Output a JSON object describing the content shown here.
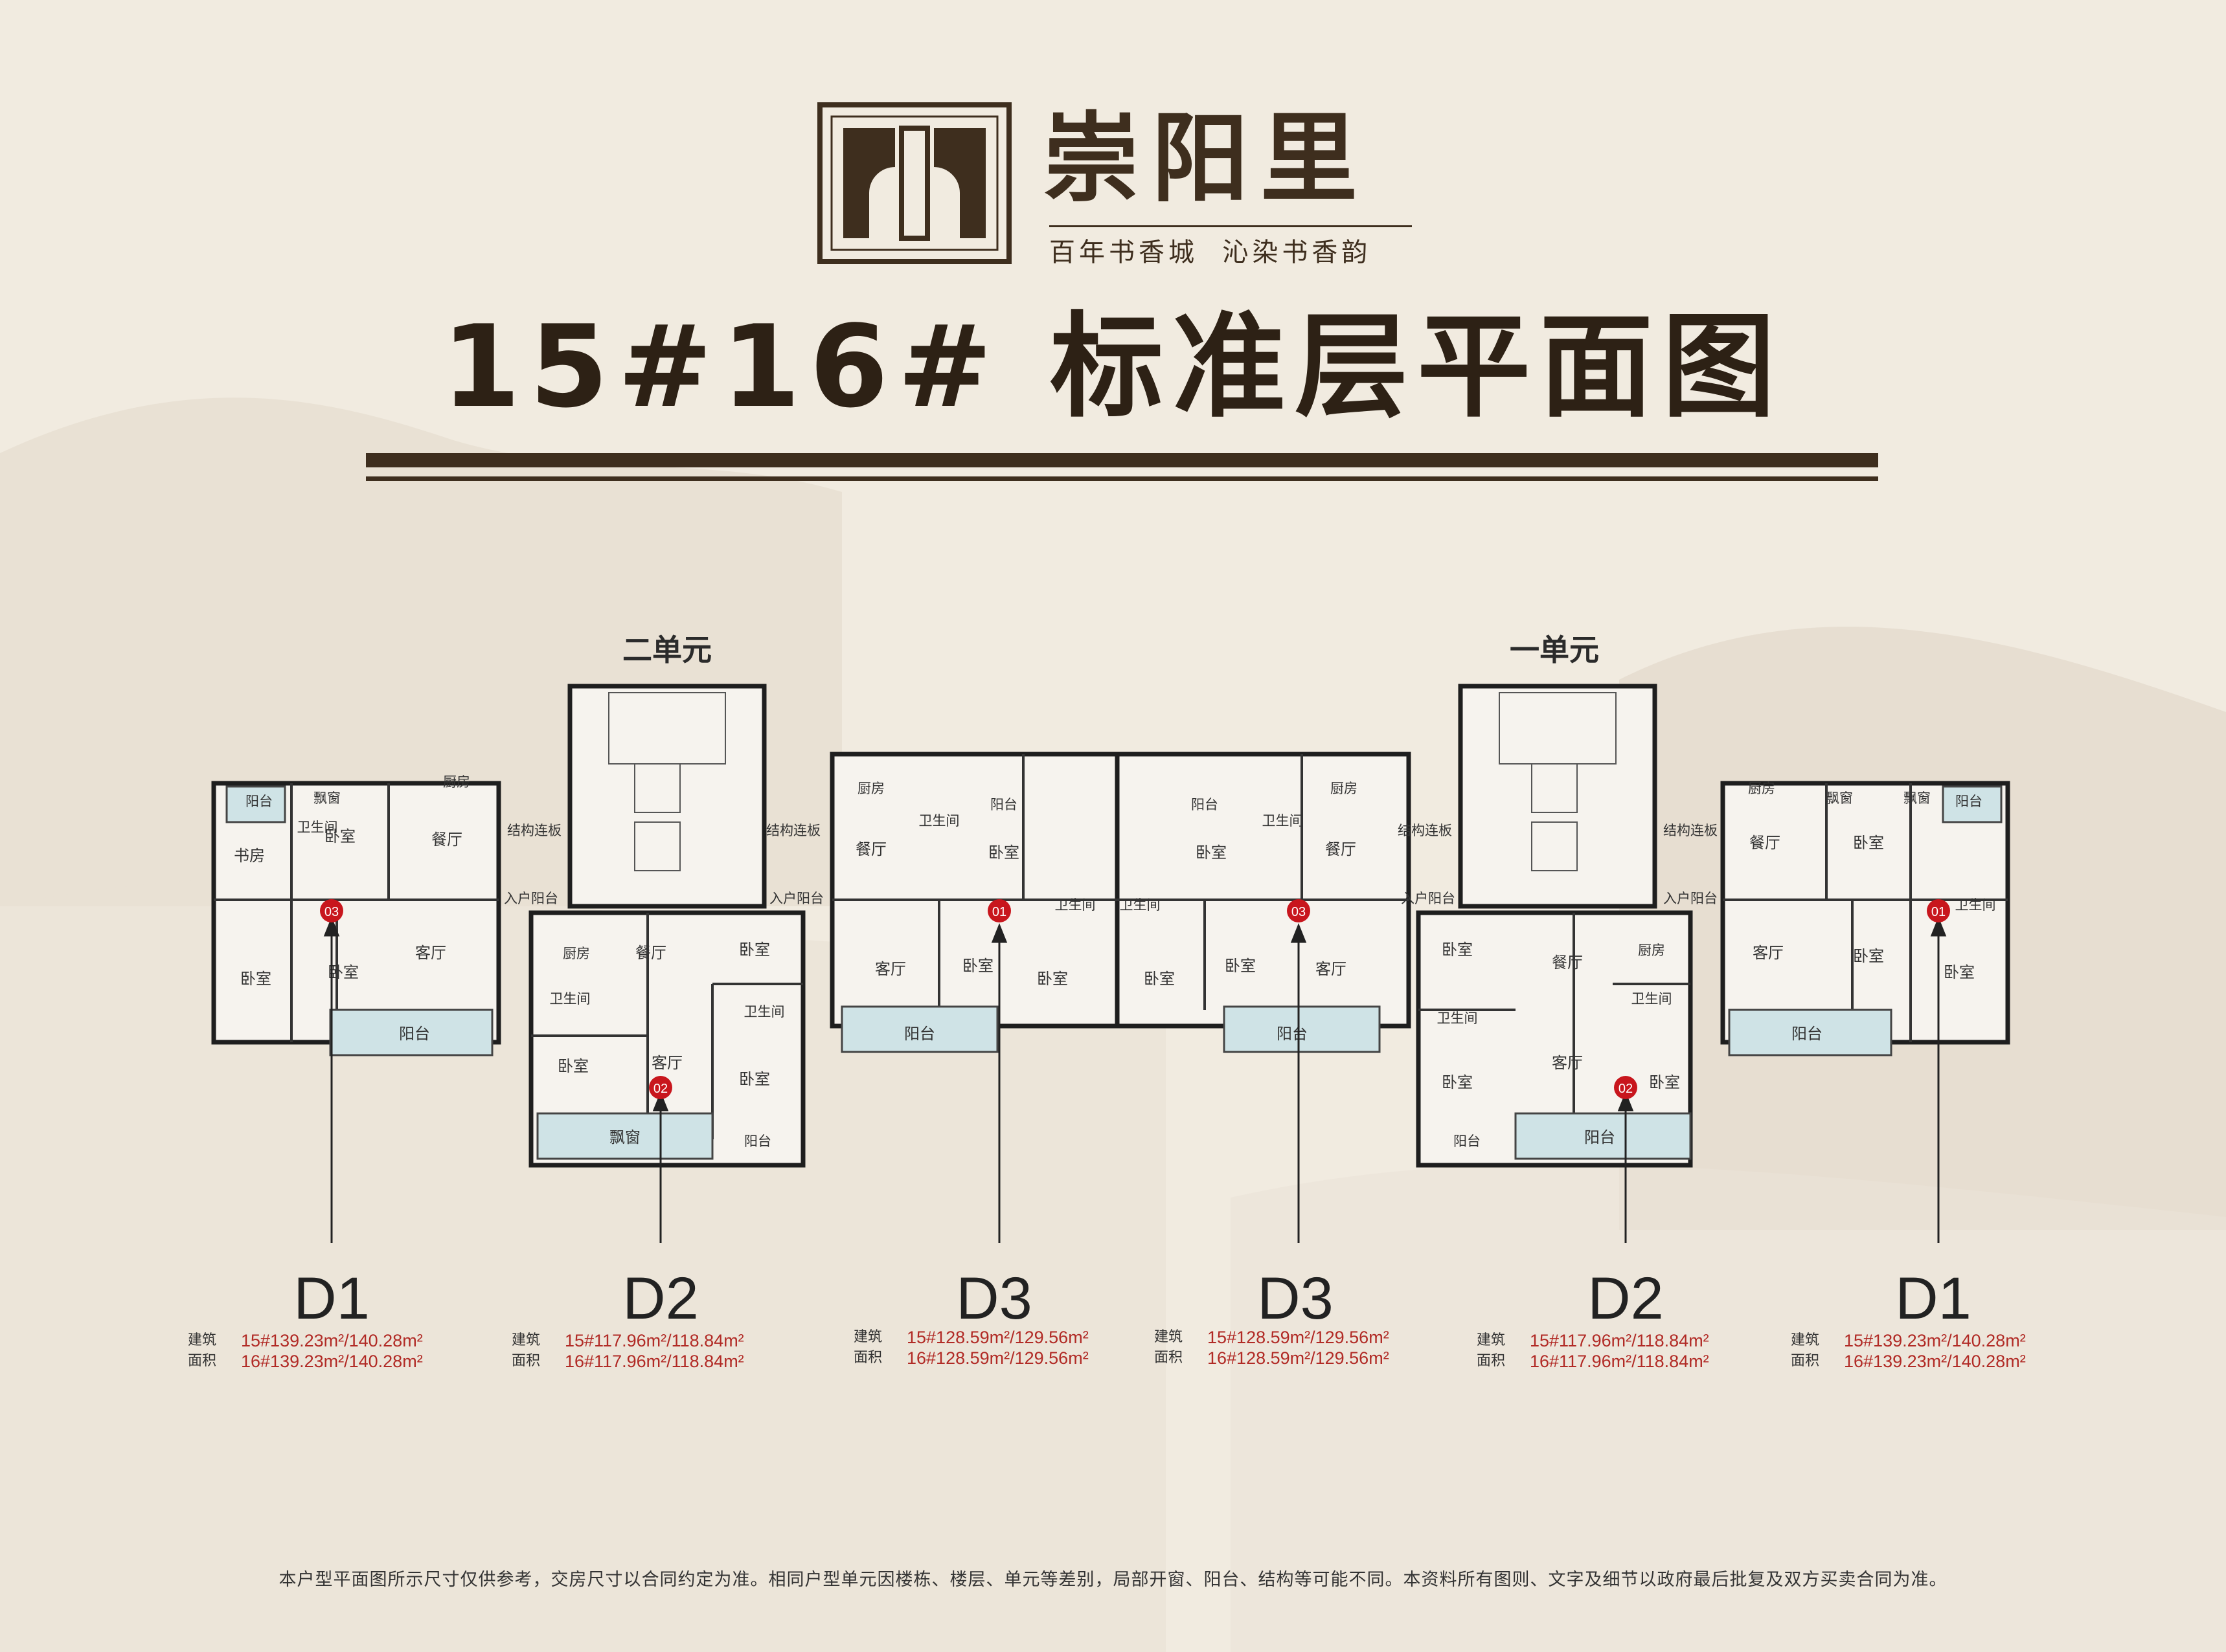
{
  "brand": {
    "name": "崇阳里",
    "tagline": "百年书香城  沁染书香韵"
  },
  "title": "15#16# 标准层平面图",
  "units": {
    "left": "二单元",
    "right": "一单元"
  },
  "rooms": {
    "balcony": "阳台",
    "bay_window": "飘窗",
    "bathroom": "卫生间",
    "kitchen": "厨房",
    "bedroom": "卧室",
    "dining": "餐厅",
    "living": "客厅",
    "study": "书房",
    "entry_garden": "入户阳台",
    "structure_slab": "结构连板"
  },
  "markers": [
    "03",
    "02",
    "01",
    "03",
    "02",
    "01"
  ],
  "types": [
    {
      "label": "D1",
      "area_cap_1": "建筑",
      "area_cap_2": "面积",
      "line1": "15#139.23m²/140.28m²",
      "line2": "16#139.23m²/140.28m²"
    },
    {
      "label": "D2",
      "area_cap_1": "建筑",
      "area_cap_2": "面积",
      "line1": "15#117.96m²/118.84m²",
      "line2": "16#117.96m²/118.84m²"
    },
    {
      "label": "D3",
      "area_cap_1": "建筑",
      "area_cap_2": "面积",
      "line1": "15#128.59m²/129.56m²",
      "line2": "16#128.59m²/129.56m²"
    },
    {
      "label": "D3",
      "area_cap_1": "建筑",
      "area_cap_2": "面积",
      "line1": "15#128.59m²/129.56m²",
      "line2": "16#128.59m²/129.56m²"
    },
    {
      "label": "D2",
      "area_cap_1": "建筑",
      "area_cap_2": "面积",
      "line1": "15#117.96m²/118.84m²",
      "line2": "16#117.96m²/118.84m²"
    },
    {
      "label": "D1",
      "area_cap_1": "建筑",
      "area_cap_2": "面积",
      "line1": "15#139.23m²/140.28m²",
      "line2": "16#139.23m²/140.28m²"
    }
  ],
  "footnote": "本户型平面图所示尺寸仅供参考，交房尺寸以合同约定为准。相同户型单元因楼栋、楼层、单元等差别，局部开窗、阳台、结构等可能不同。本资料所有图则、文字及细节以政府最后批复及双方买卖合同为准。",
  "colors": {
    "background": "#f1ebe0",
    "brand_brown": "#3e2e1e",
    "balcony_fill": "#cfe3e6",
    "marker_red": "#c8161d",
    "area_red": "#b12a25"
  }
}
